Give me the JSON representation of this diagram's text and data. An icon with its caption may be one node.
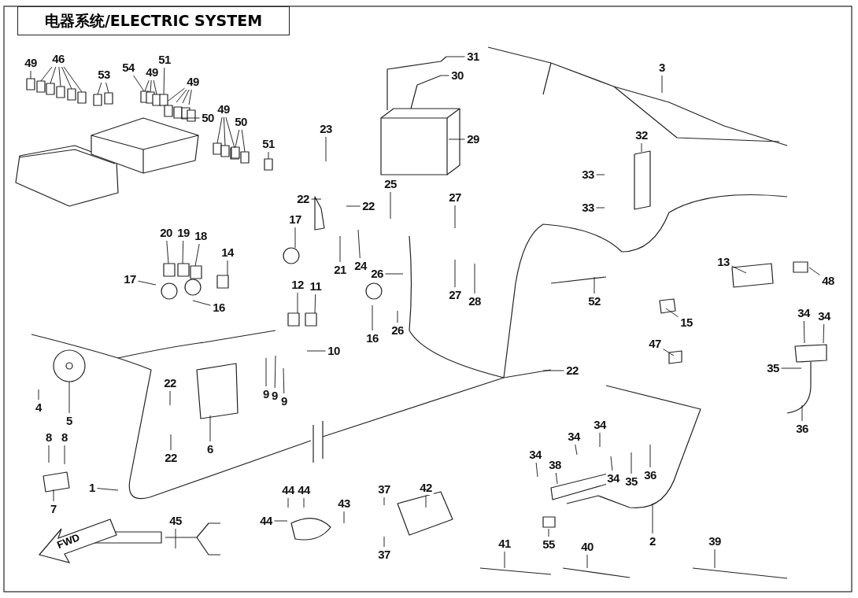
{
  "diagram": {
    "title": "电器系统/ELECTRIC SYSTEM",
    "nodes": [
      {
        "text": [
          "49"
        ]
      },
      {
        "text": [
          "46"
        ]
      },
      {
        "text": [
          "53"
        ]
      },
      {
        "text": [
          "54"
        ]
      },
      {
        "text": [
          "51"
        ]
      },
      {
        "text": [
          "49"
        ]
      },
      {
        "text": [
          "49"
        ]
      },
      {
        "text": [
          "50"
        ]
      },
      {
        "text": [
          "49"
        ]
      },
      {
        "text": [
          "50"
        ]
      },
      {
        "text": [
          "51"
        ]
      },
      {
        "text": [
          "31"
        ]
      },
      {
        "text": [
          "30"
        ]
      },
      {
        "text": [
          "3"
        ]
      },
      {
        "text": [
          "29"
        ]
      },
      {
        "text": [
          "23"
        ]
      },
      {
        "text": [
          "32"
        ]
      },
      {
        "text": [
          "33"
        ]
      },
      {
        "text": [
          "22"
        ]
      },
      {
        "text": [
          "22"
        ]
      },
      {
        "text": [
          "25"
        ]
      },
      {
        "text": [
          "27"
        ]
      },
      {
        "text": [
          "33"
        ]
      },
      {
        "text": [
          "20"
        ]
      },
      {
        "text": [
          "19"
        ]
      },
      {
        "text": [
          "18"
        ]
      },
      {
        "text": [
          "17"
        ]
      },
      {
        "text": [
          "14"
        ]
      },
      {
        "text": [
          "21"
        ]
      },
      {
        "text": [
          "24"
        ]
      },
      {
        "text": [
          "26"
        ]
      },
      {
        "text": [
          "13"
        ]
      },
      {
        "text": [
          "48"
        ]
      },
      {
        "text": [
          "12"
        ]
      },
      {
        "text": [
          "11"
        ]
      },
      {
        "text": [
          "17"
        ]
      },
      {
        "text": [
          "27"
        ]
      },
      {
        "text": [
          "28"
        ]
      },
      {
        "text": [
          "16"
        ]
      },
      {
        "text": [
          "52"
        ]
      },
      {
        "text": [
          "15"
        ]
      },
      {
        "text": [
          "16"
        ]
      },
      {
        "text": [
          "26"
        ]
      },
      {
        "text": [
          "34"
        ]
      },
      {
        "text": [
          "34"
        ]
      },
      {
        "text": [
          "10"
        ]
      },
      {
        "text": [
          "47"
        ]
      },
      {
        "text": [
          "35"
        ]
      },
      {
        "text": [
          "22"
        ]
      },
      {
        "text": [
          "9"
        ]
      },
      {
        "text": [
          "9"
        ]
      },
      {
        "text": [
          "9"
        ]
      },
      {
        "text": [
          "22"
        ]
      },
      {
        "text": [
          "4"
        ]
      },
      {
        "text": [
          "5"
        ]
      },
      {
        "text": [
          "36"
        ]
      },
      {
        "text": [
          "34"
        ]
      },
      {
        "text": [
          "34"
        ]
      },
      {
        "text": [
          "8"
        ]
      },
      {
        "text": [
          "8"
        ]
      },
      {
        "text": [
          "6"
        ]
      },
      {
        "text": [
          "22"
        ]
      },
      {
        "text": [
          "34"
        ]
      },
      {
        "text": [
          "38"
        ]
      },
      {
        "text": [
          "34"
        ]
      },
      {
        "text": [
          "36"
        ]
      },
      {
        "text": [
          "35"
        ]
      },
      {
        "text": [
          "1"
        ]
      },
      {
        "text": [
          "37"
        ]
      },
      {
        "text": [
          "42"
        ]
      },
      {
        "text": [
          "44"
        ]
      },
      {
        "text": [
          "44"
        ]
      },
      {
        "text": [
          "43"
        ]
      },
      {
        "text": [
          "7"
        ]
      },
      {
        "text": [
          "44"
        ]
      },
      {
        "text": [
          "45"
        ]
      },
      {
        "text": [
          "2"
        ]
      },
      {
        "text": [
          "55"
        ]
      },
      {
        "text": [
          "37"
        ]
      },
      {
        "text": [
          "39"
        ]
      },
      {
        "text": [
          "41"
        ]
      },
      {
        "text": [
          "40"
        ]
      }
    ],
    "edges": [
      {
        "from": 0,
        "to": null,
        "arrow": "none"
      },
      {
        "from": 1,
        "to": null,
        "arrow": "none"
      },
      {
        "from": 1,
        "to": null,
        "arrow": "none"
      },
      {
        "from": 1,
        "to": null,
        "arrow": "none"
      },
      {
        "from": 1,
        "to": null,
        "arrow": "none"
      },
      {
        "from": 1,
        "to": null,
        "arrow": "none"
      },
      {
        "from": 2,
        "to": null,
        "arrow": "none"
      },
      {
        "from": 2,
        "to": null,
        "arrow": "none"
      },
      {
        "from": 3,
        "to": null,
        "arrow": "none"
      },
      {
        "from": 4,
        "to": null,
        "arrow": "none"
      },
      {
        "from": 5,
        "to": null,
        "arrow": "none"
      },
      {
        "from": 5,
        "to": null,
        "arrow": "none"
      },
      {
        "from": 5,
        "to": null,
        "arrow": "none"
      },
      {
        "from": 6,
        "to": null,
        "arrow": "none"
      },
      {
        "from": 6,
        "to": null,
        "arrow": "none"
      },
      {
        "from": 6,
        "to": null,
        "arrow": "none"
      },
      {
        "from": 6,
        "to": null,
        "arrow": "none"
      },
      {
        "from": 7,
        "to": null,
        "arrow": "none"
      },
      {
        "from": 8,
        "to": null,
        "arrow": "none"
      },
      {
        "from": 8,
        "to": null,
        "arrow": "none"
      },
      {
        "from": 8,
        "to": null,
        "arrow": "none"
      },
      {
        "from": 9,
        "to": null,
        "arrow": "none"
      },
      {
        "from": 9,
        "to": null,
        "arrow": "none"
      },
      {
        "from": 10,
        "to": null,
        "arrow": "none"
      },
      {
        "from": 11,
        "to": null,
        "arrow": "none"
      },
      {
        "from": 12,
        "to": null,
        "arrow": "none"
      },
      {
        "from": 13,
        "to": null,
        "arrow": "none"
      },
      {
        "from": 14,
        "to": null,
        "arrow": "none"
      },
      {
        "from": 15,
        "to": null,
        "arrow": "none"
      },
      {
        "from": 16,
        "to": null,
        "arrow": "none"
      },
      {
        "from": 17,
        "to": null,
        "arrow": "none"
      },
      {
        "from": 18,
        "to": null,
        "arrow": "none"
      },
      {
        "from": 19,
        "to": null,
        "arrow": "none"
      },
      {
        "from": 20,
        "to": null,
        "arrow": "none"
      },
      {
        "from": 21,
        "to": null,
        "arrow": "none"
      },
      {
        "from": 22,
        "to": null,
        "arrow": "none"
      },
      {
        "from": 23,
        "to": null,
        "arrow": "none"
      },
      {
        "from": 24,
        "to": null,
        "arrow": "none"
      },
      {
        "from": 25,
        "to": null,
        "arrow": "none"
      },
      {
        "from": 26,
        "to": null,
        "arrow": "none"
      },
      {
        "from": 27,
        "to": null,
        "arrow": "none"
      },
      {
        "from": 28,
        "to": null,
        "arrow": "none"
      },
      {
        "from": 29,
        "to": null,
        "arrow": "none"
      },
      {
        "from": 30,
        "to": null,
        "arrow": "none"
      },
      {
        "from": 31,
        "to": null,
        "arrow": "none"
      },
      {
        "from": 32,
        "to": null,
        "arrow": "none"
      },
      {
        "from": 33,
        "to": null,
        "arrow": "none"
      },
      {
        "from": 34,
        "to": null,
        "arrow": "none"
      },
      {
        "from": 35,
        "to": null,
        "arrow": "none"
      },
      {
        "from": 36,
        "to": null,
        "arrow": "none"
      },
      {
        "from": 37,
        "to": null,
        "arrow": "none"
      },
      {
        "from": 38,
        "to": null,
        "arrow": "none"
      },
      {
        "from": 39,
        "to": null,
        "arrow": "none"
      },
      {
        "from": 40,
        "to": null,
        "arrow": "none"
      },
      {
        "from": 41,
        "to": null,
        "arrow": "none"
      },
      {
        "from": 42,
        "to": null,
        "arrow": "none"
      },
      {
        "from": 43,
        "to": null,
        "arrow": "none"
      },
      {
        "from": 44,
        "to": null,
        "arrow": "none"
      },
      {
        "from": 45,
        "to": null,
        "arrow": "none"
      },
      {
        "from": 46,
        "to": null,
        "arrow": "none"
      },
      {
        "from": 47,
        "to": null,
        "arrow": "none"
      },
      {
        "from": 48,
        "to": null,
        "arrow": "none"
      },
      {
        "from": 49,
        "to": null,
        "arrow": "none"
      },
      {
        "from": 50,
        "to": null,
        "arrow": "none"
      },
      {
        "from": 51,
        "to": null,
        "arrow": "none"
      },
      {
        "from": 52,
        "to": null,
        "arrow": "none"
      },
      {
        "from": 53,
        "to": null,
        "arrow": "none"
      },
      {
        "from": 54,
        "to": null,
        "arrow": "none"
      },
      {
        "from": 55,
        "to": null,
        "arrow": "none"
      },
      {
        "from": 56,
        "to": null,
        "arrow": "none"
      },
      {
        "from": 57,
        "to": null,
        "arrow": "none"
      },
      {
        "from": 58,
        "to": null,
        "arrow": "none"
      },
      {
        "from": 59,
        "to": null,
        "arrow": "none"
      },
      {
        "from": 60,
        "to": null,
        "arrow": "none"
      },
      {
        "from": 61,
        "to": null,
        "arrow": "none"
      },
      {
        "from": 62,
        "to": null,
        "arrow": "none"
      },
      {
        "from": 63,
        "to": null,
        "arrow": "none"
      },
      {
        "from": 64,
        "to": null,
        "arrow": "none"
      },
      {
        "from": 65,
        "to": null,
        "arrow": "none"
      },
      {
        "from": 66,
        "to": null,
        "arrow": "none"
      },
      {
        "from": 67,
        "to": null,
        "arrow": "none"
      },
      {
        "from": 68,
        "to": null,
        "arrow": "none"
      },
      {
        "from": 69,
        "to": null,
        "arrow": "none"
      },
      {
        "from": 70,
        "to": null,
        "arrow": "none"
      },
      {
        "from": 71,
        "to": null,
        "arrow": "none"
      },
      {
        "from": 72,
        "to": null,
        "arrow": "none"
      },
      {
        "from": 73,
        "to": null,
        "arrow": "none"
      },
      {
        "from": 74,
        "to": null,
        "arrow": "none"
      },
      {
        "from": 75,
        "to": null,
        "arrow": "none"
      },
      {
        "from": 76,
        "to": null,
        "arrow": "none"
      },
      {
        "from": 77,
        "to": null,
        "arrow": "none"
      },
      {
        "from": 78,
        "to": null,
        "arrow": "none"
      },
      {
        "from": 79,
        "to": null,
        "arrow": "none"
      },
      {
        "from": 80,
        "to": null,
        "arrow": "none"
      },
      {
        "from": 81,
        "to": null,
        "arrow": "none"
      }
    ],
    "labels": [
      "FWD"
    ]
  }
}
